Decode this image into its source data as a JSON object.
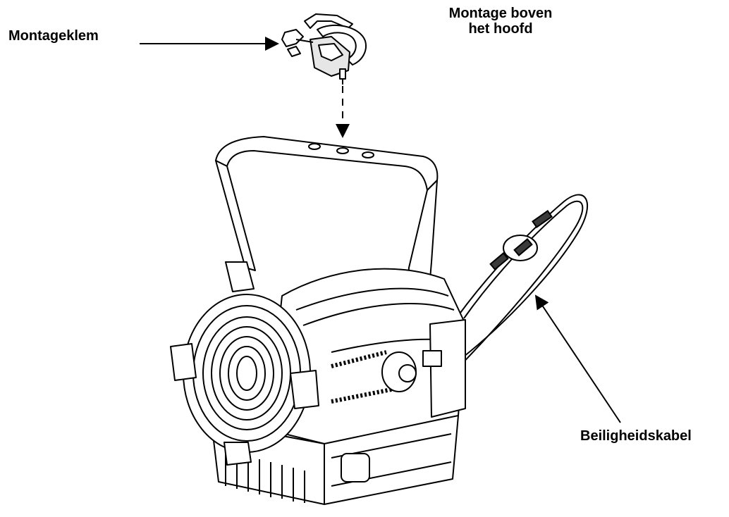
{
  "labels": {
    "mounting_clamp": "Montageklem",
    "overhead_line1": "Montage boven",
    "overhead_line2": "het hoofd",
    "safety_cable": "Beiligheidskabel"
  },
  "colors": {
    "line": "#000000",
    "background": "#ffffff",
    "fill_light": "#ffffff",
    "fill_shade": "#e6e6e6",
    "fill_dark": "#3a3a3a"
  },
  "icons": {
    "clamp": "mounting-clamp-icon",
    "fixture": "fresnel-fixture-icon",
    "cable": "safety-cable-icon"
  }
}
